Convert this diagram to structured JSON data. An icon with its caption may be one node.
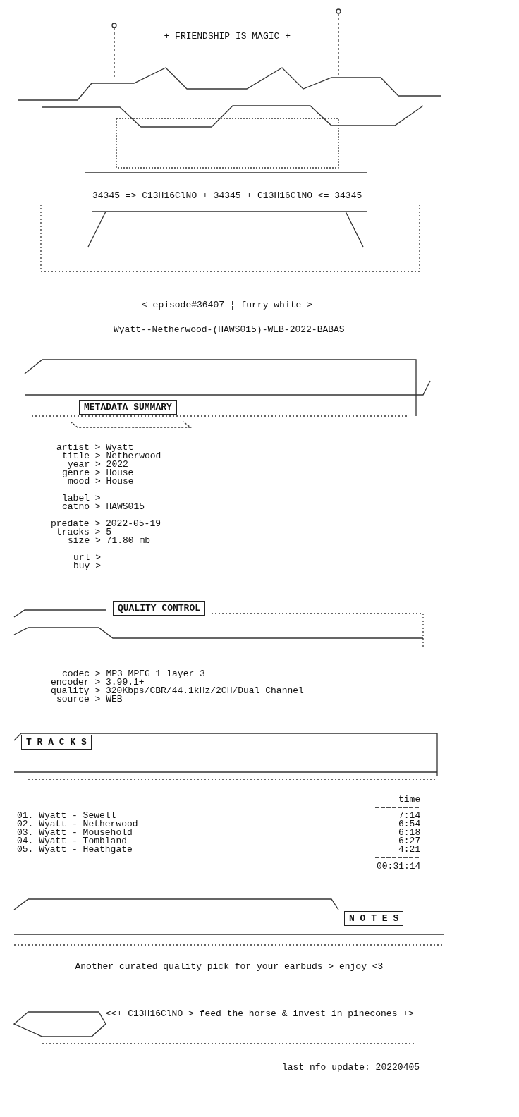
{
  "diagram": {
    "labels": [
      "+ FRIENDSHIP IS MAGIC +",
      "34345 => C13H16ClNO + 34345 + C13H16ClNO <= 34345",
      "< episode#36407 ¦ furry white >",
      "Wyatt--Netherwood-(HAWS015)-WEB-2022-BABAS",
      "METADATA SUMMARY",
      "artist > Wyatt",
      "title > Netherwood",
      "year > 2022",
      "genre > House",
      "mood > House",
      "label >",
      "catno > HAWS015",
      "predate > 2022-05-19",
      "tracks > 5",
      "size > 71.80 mb",
      "url >",
      "buy >",
      "QUALITY CONTROL",
      "codec > MP3 MPEG 1 layer 3",
      "encoder > 3.99.1+",
      "quality > 320Kbps/CBR/44.1kHz/2CH/Dual Channel",
      "source > WEB",
      "T R A C K S",
      "time",
      "01. Wyatt - Sewell",
      "7:14",
      "02. Wyatt - Netherwood",
      "6:54",
      "03. Wyatt - Mousehold",
      "6:18",
      "04. Wyatt - Tombland",
      "6:27",
      "05. Wyatt - Heathgate",
      "4:21",
      "00:31:14",
      "N O T E S",
      "Another curated quality pick for your earbuds > enjoy <3",
      "<<+ C13H16ClNO > feed the horse & invest in pinecones +>",
      "last nfo update: 20220405"
    ]
  }
}
